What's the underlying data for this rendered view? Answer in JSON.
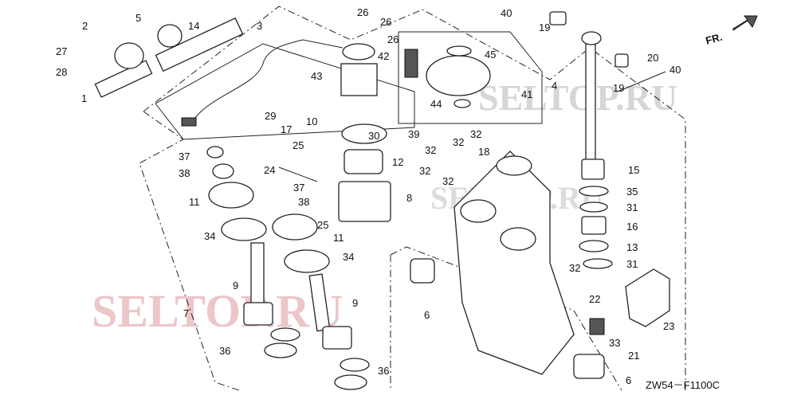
{
  "diagram": {
    "code": "ZW54－F1100C",
    "direction_label": "FR.",
    "watermarks": [
      "SELTOP.RU",
      "SELTOP.RU",
      "SELTOP.RU"
    ],
    "colors": {
      "watermark_main": "#e8b8bb",
      "watermark_light": "#d9d9d9",
      "ink": "#222222"
    },
    "callouts": [
      "2",
      "5",
      "14",
      "3",
      "27",
      "28",
      "1",
      "26",
      "26",
      "26",
      "40",
      "19",
      "43",
      "42",
      "45",
      "4",
      "41",
      "44",
      "20",
      "19",
      "40",
      "29",
      "17",
      "10",
      "30",
      "39",
      "32",
      "32",
      "32",
      "18",
      "37",
      "25",
      "12",
      "38",
      "24",
      "32",
      "32",
      "15",
      "11",
      "37",
      "38",
      "8",
      "35",
      "31",
      "16",
      "34",
      "25",
      "11",
      "13",
      "34",
      "31",
      "32",
      "9",
      "22",
      "7",
      "9",
      "6",
      "33",
      "21",
      "23",
      "36",
      "36",
      "6"
    ]
  }
}
